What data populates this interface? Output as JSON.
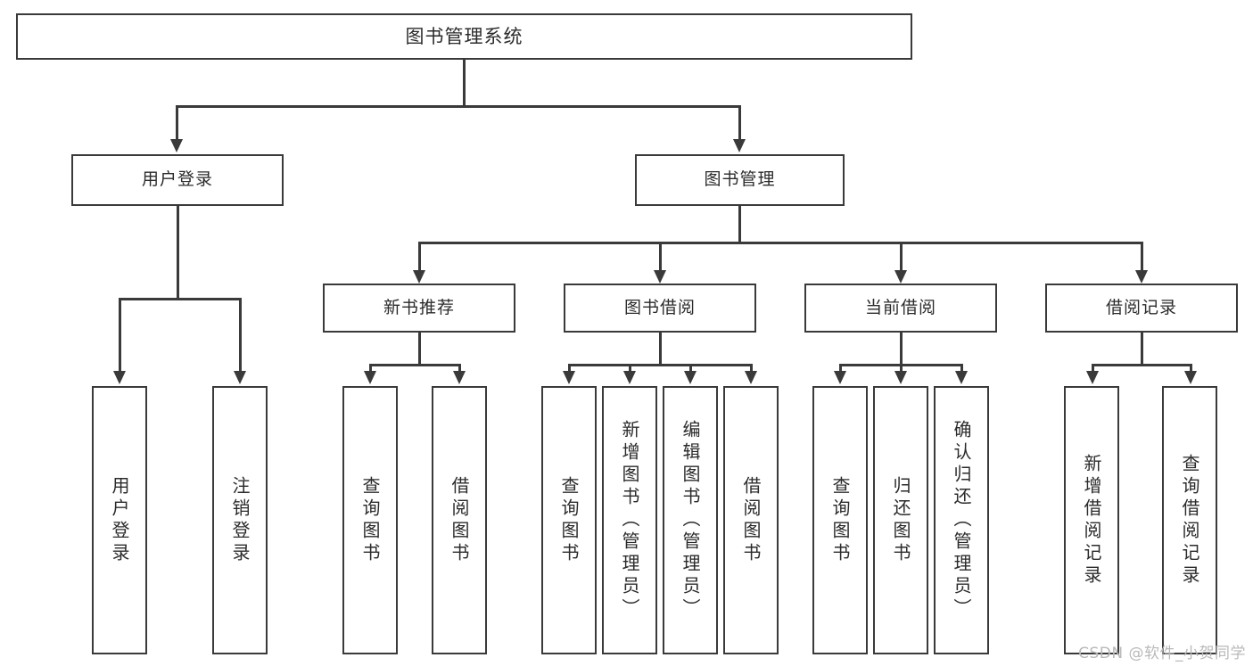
{
  "diagram": {
    "title": "图书管理系统",
    "watermark": "CSDN @软件_小贺同学",
    "accent_color": "#3a3a3a",
    "background_color": "#ffffff",
    "text_color": "#2b2b2b"
  },
  "nodes": {
    "root": {
      "label": "图书管理系统",
      "level": 1
    },
    "level2": [
      {
        "id": "user-login",
        "label": "用户登录"
      },
      {
        "id": "book-manage",
        "label": "图书管理"
      }
    ],
    "level3": [
      {
        "id": "new-book-rec",
        "label": "新书推荐"
      },
      {
        "id": "book-borrow",
        "label": "图书借阅"
      },
      {
        "id": "current-borrow",
        "label": "当前借阅"
      },
      {
        "id": "borrow-record",
        "label": "借阅记录"
      }
    ],
    "level4": [
      {
        "id": "leaf-user-login",
        "label": "用户登录",
        "parent": "user-login"
      },
      {
        "id": "leaf-logout",
        "label": "注销登录",
        "parent": "user-login"
      },
      {
        "id": "leaf-query-book-1",
        "label": "查询图书",
        "parent": "new-book-rec"
      },
      {
        "id": "leaf-borrow-book-1",
        "label": "借阅图书",
        "parent": "new-book-rec"
      },
      {
        "id": "leaf-query-book-2",
        "label": "查询图书",
        "parent": "book-borrow"
      },
      {
        "id": "leaf-add-book",
        "label": "新增图书（管理员）",
        "parent": "book-borrow"
      },
      {
        "id": "leaf-edit-book",
        "label": "编辑图书（管理员）",
        "parent": "book-borrow"
      },
      {
        "id": "leaf-borrow-book-2",
        "label": "借阅图书",
        "parent": "book-borrow"
      },
      {
        "id": "leaf-query-book-3",
        "label": "查询图书",
        "parent": "current-borrow"
      },
      {
        "id": "leaf-return-book",
        "label": "归还图书",
        "parent": "current-borrow"
      },
      {
        "id": "leaf-confirm-return",
        "label": "确认归还（管理员）",
        "parent": "current-borrow"
      },
      {
        "id": "leaf-add-record",
        "label": "新增借阅记录",
        "parent": "borrow-record"
      },
      {
        "id": "leaf-query-record",
        "label": "查询借阅记录",
        "parent": "borrow-record"
      }
    ]
  }
}
